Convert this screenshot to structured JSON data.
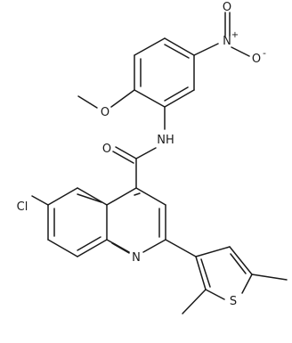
{
  "molecule": {
    "atom_labels": {
      "nitro_n": "N",
      "nitro_charge_plus": "+",
      "nitro_o_top": "O",
      "nitro_o_right": "O",
      "nitro_charge_minus": "-",
      "methoxy_o": "O",
      "amide_nh": "NH",
      "carbonyl_o": "O",
      "chloro": "Cl",
      "quinoline_n": "N",
      "thiophene_s": "S"
    }
  }
}
